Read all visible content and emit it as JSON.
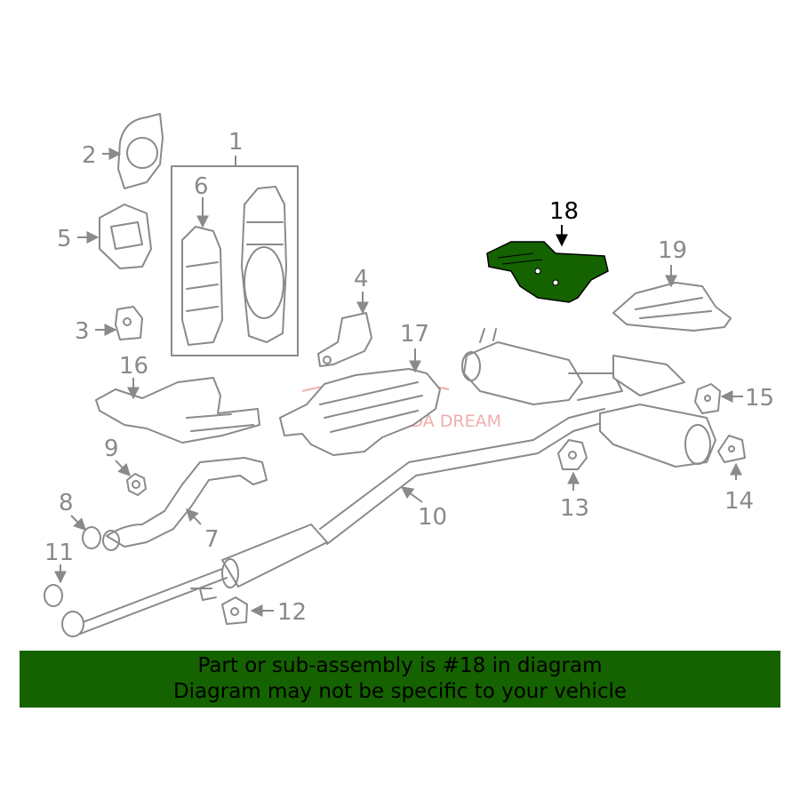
{
  "diagram": {
    "highlighted_part": "18",
    "highlight_color": "#156200",
    "line_color": "#8a8a8a",
    "callouts": {
      "c1": "1",
      "c2": "2",
      "c3": "3",
      "c4": "4",
      "c5": "5",
      "c6": "6",
      "c7": "7",
      "c8": "8",
      "c9": "9",
      "c10": "10",
      "c11": "11",
      "c12": "12",
      "c13": "13",
      "c14": "14",
      "c15": "15",
      "c16": "16",
      "c17": "17",
      "c18": "18",
      "c19": "19"
    },
    "watermark": "HONDA DREAM"
  },
  "banner": {
    "background": "#156200",
    "line1": "Part or sub-assembly is #18 in diagram",
    "line2": "Diagram may not be specific to your vehicle"
  }
}
